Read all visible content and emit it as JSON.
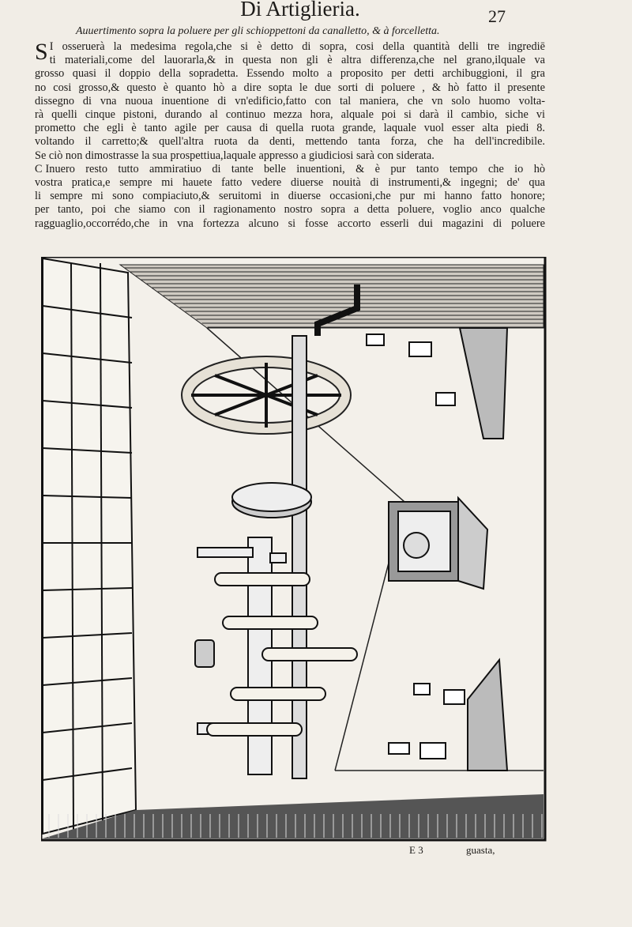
{
  "header": {
    "title": "Di Artiglieria.",
    "page_number": "27"
  },
  "subtitle": "Auuertimento sopra la poluere per gli schioppettoni da canalletto, & à forcelletta.",
  "paragraphs": [
    {
      "drop_cap": "S",
      "lines": [
        "I osseruerà la medesima regola,che si è detto di sopra,  cosi della quantità delli tre ingrediē",
        "ti materiali,come del lauorarla,& in questa non gli è altra differenza,che nel grano,ilquale va",
        "grosso quasi il doppio della sopradetta. Essendo molto a proposito per detti archibuggioni, il gra",
        "no cosi grosso,& questo è quanto hò a dire sopta le due sorti di poluere , & hò fatto il presente",
        "dissegno di vna nuoua inuentione di vn'edificio,fatto con tal maniera,  che vn solo huomo volta-",
        "rà quelli cinque pistoni, durando al continuo mezza hora, alquale poi si darà il cambio,  siche vi",
        "prometto che egli è tanto agile per causa di quella ruota grande,  laquale vuol esser alta piedi 8.",
        "voltando il carretto;& quell'altra ruota da denti, mettendo tanta forza, che ha dell'incredibile.",
        "Se ciò non dimostrasse la sua prospettiua,laquale appresso a giudiciosi sarà con siderata."
      ]
    },
    {
      "drop_cap": "C",
      "lines": [
        " Inuero resto tutto ammiratiuo di tante belle inuentioni, & è pur tanto tempo che io hò",
        "vostra pratica,e sempre mi hauete fatto vedere diuerse nouità di instrumenti,& ingegni; de' qua",
        "li sempre mi sono compiaciuto,& seruitomi in diuerse occasioni,che pur mi hanno fatto honore;",
        "per tanto, poi che siamo con il ragionamento nostro sopra a detta poluere, voglio anco qualche",
        "ragguaglio,occorrédo,che in vna fortezza alcuno si fosse accorto esserli dui magazini di poluere"
      ]
    }
  ],
  "footer": {
    "signature": "E 3",
    "catchword": "guasta,"
  },
  "colors": {
    "paper": "#f1ede6",
    "ink": "#1c1a18"
  }
}
